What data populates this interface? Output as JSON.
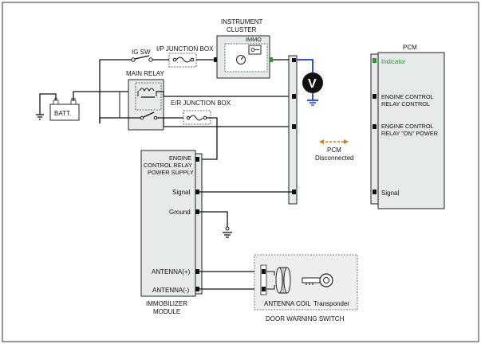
{
  "labels": {
    "instrument_cluster_l1": "INSTRUMENT",
    "instrument_cluster_l2": "CLUSTER",
    "immo": "IMMO",
    "ig_sw": "IG SW",
    "ip_junction_box": "I/P JUNCTION BOX",
    "main_relay": "MAIN RELAY",
    "er_junction_box": "E/R JUNCTION BOX",
    "battery": "BATT.",
    "pcm_title": "PCM",
    "pcm_indicator": "Indicator",
    "pcm_ecr_control_l1": "ENGINE CONTROL",
    "pcm_ecr_control_l2": "RELAY CONTROL",
    "pcm_ecr_on_l1": "ENGINE CONTROL",
    "pcm_ecr_on_l2": "RELAY \"ON\" POWER",
    "pcm_signal": "Signal",
    "pcm_disconnected_l1": "PCM",
    "pcm_disconnected_l2": "Disconnected",
    "immo_ecr_l1": "ENGINE",
    "immo_ecr_l2": "CONTROL RELAY",
    "immo_ecr_l3": "POWER SUPPLY",
    "immo_signal": "Signal",
    "immo_ground": "Ground",
    "immo_antenna_pos": "ANTENNA(+)",
    "immo_antenna_neg": "ANTENNA(-)",
    "immo_module_l1": "IMMOBILIZER",
    "immo_module_l2": "MODULE",
    "antenna_coil": "ANTENNA COIL",
    "transponder": "Transponder",
    "door_warning_switch": "DOOR WARNING SWITCH",
    "voltmeter": "V"
  },
  "colors": {
    "component_fill": "#e6eaea",
    "indicator_green": "#2a9a2a",
    "meter_wire_blue": "#1a3fd0",
    "disconnect_orange": "#e07a10"
  },
  "icons": {
    "voltmeter": "voltmeter-icon",
    "ground": "ground-icon",
    "battery": "battery-icon",
    "fuse": "fuse-icon",
    "relay": "relay-coil-icon",
    "key": "key-icon",
    "disconnect": "double-arrow-icon"
  }
}
